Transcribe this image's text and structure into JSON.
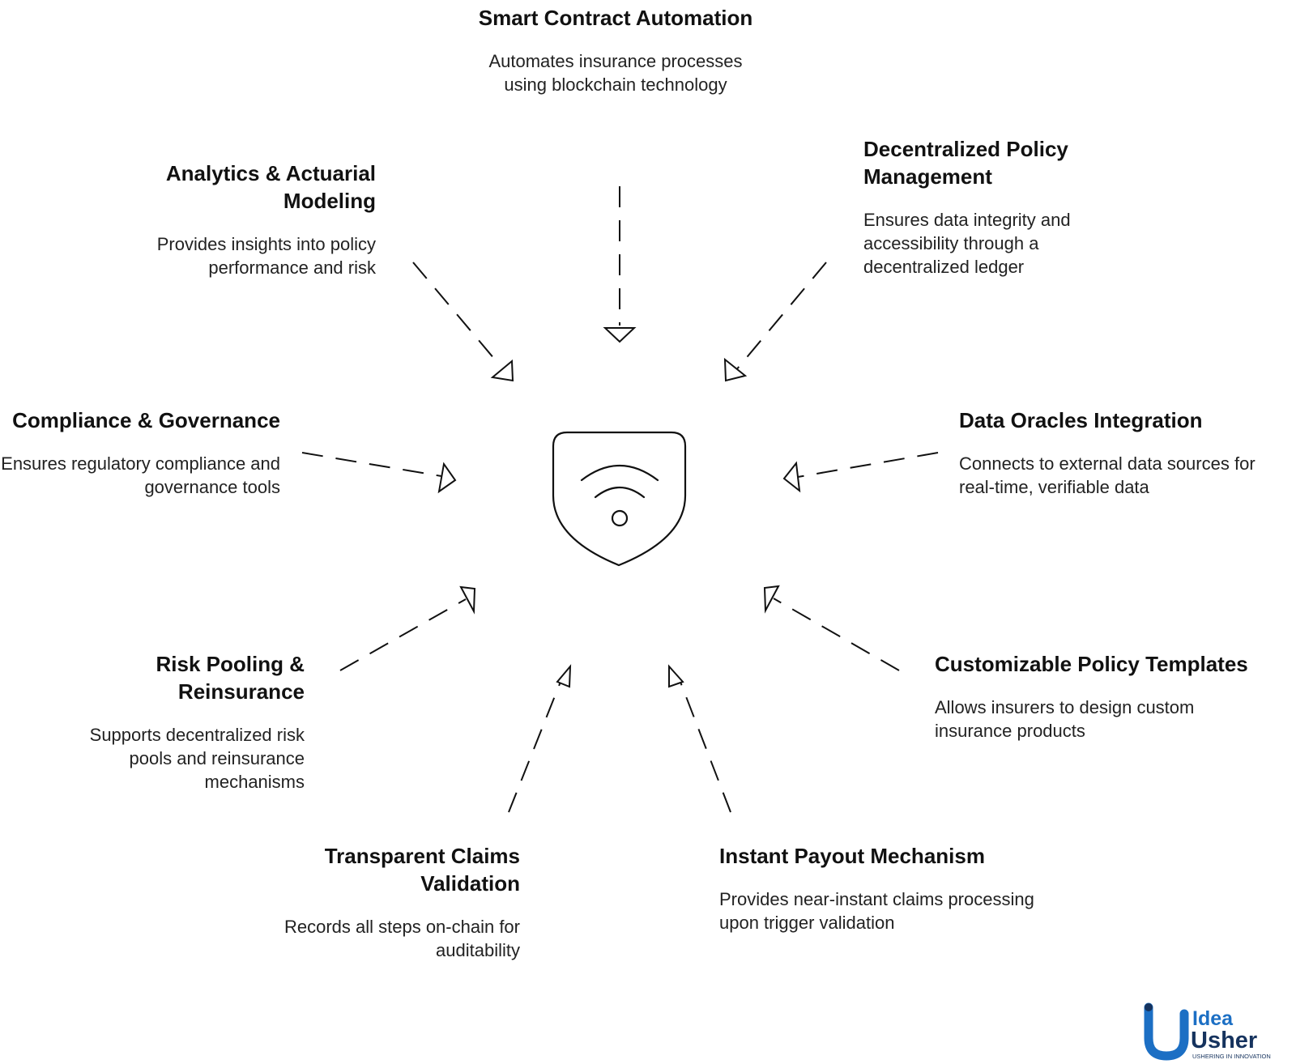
{
  "center_icon": "shield-wifi-icon",
  "nodes": [
    {
      "id": "smart-contract",
      "title": "Smart Contract Automation",
      "desc": "Automates insurance processes using blockchain technology"
    },
    {
      "id": "decentralized-policy",
      "title": "Decentralized Policy Management",
      "desc": "Ensures data integrity and accessibility through a decentralized ledger"
    },
    {
      "id": "analytics",
      "title": "Analytics & Actuarial Modeling",
      "desc": "Provides insights into policy performance and risk"
    },
    {
      "id": "compliance",
      "title": "Compliance & Governance",
      "desc": "Ensures regulatory compliance and governance tools"
    },
    {
      "id": "data-oracles",
      "title": "Data Oracles Integration",
      "desc": "Connects to external data sources for real-time, verifiable data"
    },
    {
      "id": "risk-pooling",
      "title": "Risk Pooling & Reinsurance",
      "desc": "Supports decentralized risk pools and reinsurance mechanisms"
    },
    {
      "id": "customizable",
      "title": "Customizable Policy Templates",
      "desc": "Allows insurers to design custom insurance products"
    },
    {
      "id": "transparent-claims",
      "title": "Transparent Claims Validation",
      "desc": "Records all steps on-chain for auditability"
    },
    {
      "id": "instant-payout",
      "title": "Instant Payout Mechanism",
      "desc": "Provides near-instant claims processing upon trigger validation"
    }
  ],
  "logo": {
    "line1": "Idea",
    "line2": "Usher",
    "tagline": "USHERING IN INNOVATION"
  },
  "colors": {
    "line": "#111111",
    "logo_blue": "#1c6fc4",
    "logo_dark": "#16335e"
  }
}
